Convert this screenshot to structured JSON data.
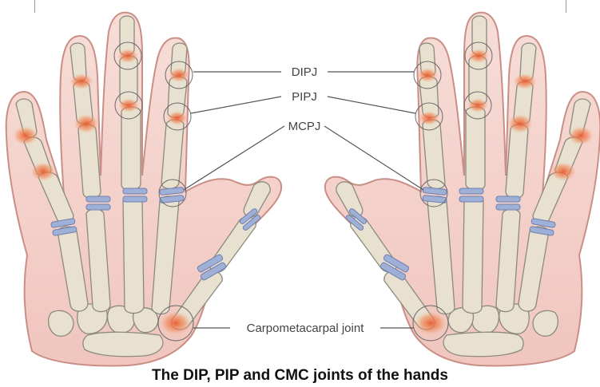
{
  "labels": {
    "dipj": "DIPJ",
    "pipj": "PIPJ",
    "mcpj": "MCPJ",
    "cmc": "Carpometacarpal joint"
  },
  "caption": "The DIP, PIP and CMC joints of the hands",
  "colors": {
    "skin": "#f4d2cb",
    "skin_edge": "#c98f86",
    "bone": "#e8e1cf",
    "bone_edge": "#8c8a7e",
    "cartilage_blue": "#9fb0d6",
    "inflamed": "#ea5a2e",
    "leader": "#555555"
  }
}
